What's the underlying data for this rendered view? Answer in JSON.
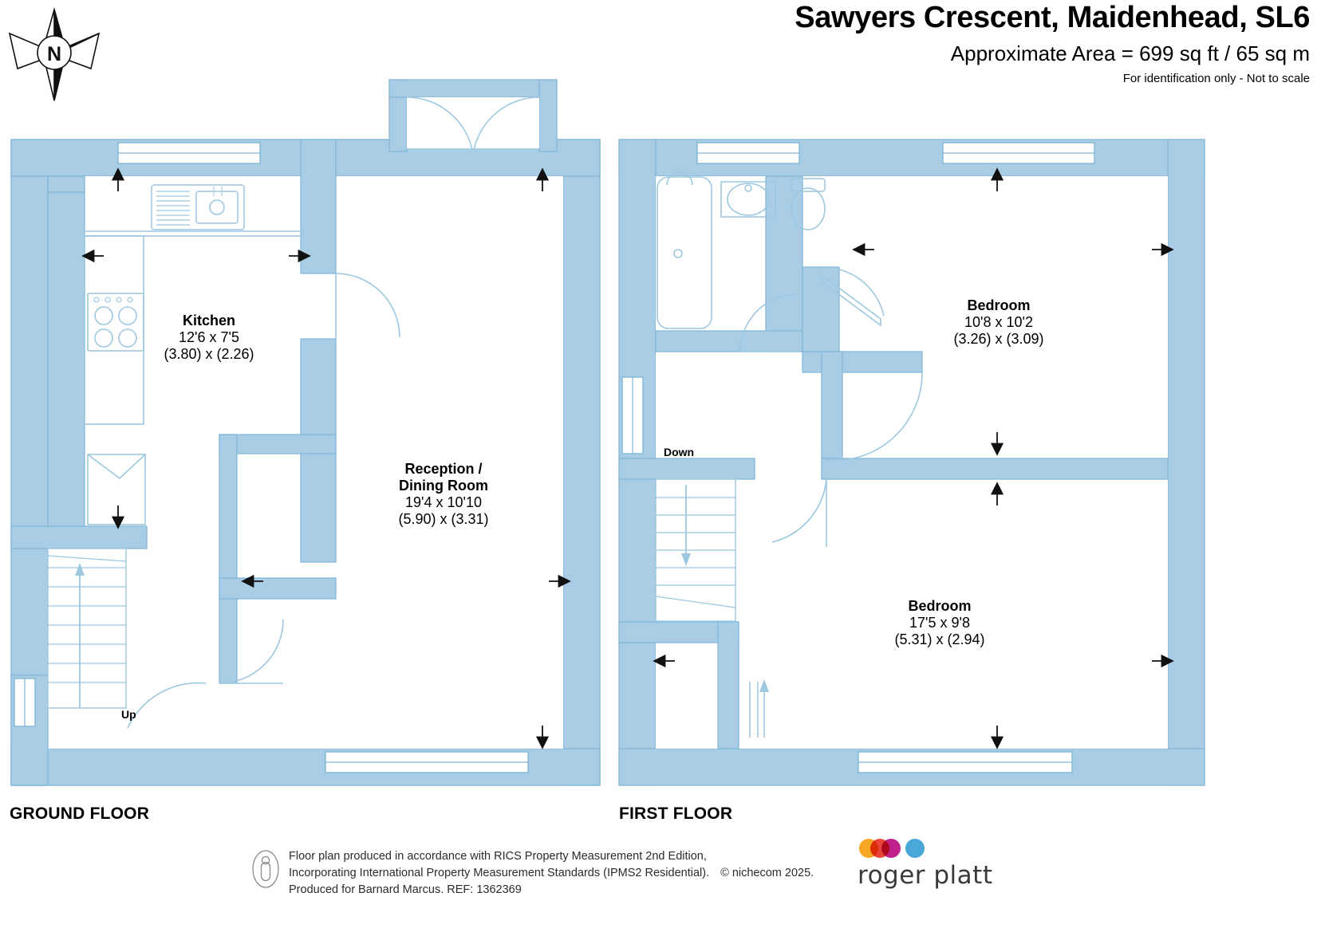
{
  "header": {
    "title": "Sawyers Crescent, Maidenhead, SL6",
    "area": "Approximate Area = 699 sq ft / 65 sq m",
    "disclaimer": "For identification only - Not to scale"
  },
  "compass": {
    "north_label": "N"
  },
  "floors": [
    {
      "id": "ground",
      "caption": "GROUND FLOOR",
      "rooms": [
        {
          "name": "Kitchen",
          "imperial": "12'6 x 7'5",
          "metric": "(3.80) x (2.26)"
        },
        {
          "name": "Reception /\nDining Room",
          "name_line1": "Reception /",
          "name_line2": "Dining Room",
          "imperial": "19'4 x 10'10",
          "metric": "(5.90) x (3.31)"
        }
      ],
      "stair_label": "Up"
    },
    {
      "id": "first",
      "caption": "FIRST FLOOR",
      "rooms": [
        {
          "name": "Bedroom",
          "imperial": "10'8 x 10'2",
          "metric": "(3.26) x (3.09)"
        },
        {
          "name": "Bedroom",
          "imperial": "17'5 x 9'8",
          "metric": "(5.31) x (2.94)"
        }
      ],
      "stair_label": "Down"
    }
  ],
  "footer": {
    "line1": "Floor plan produced in accordance with RICS Property Measurement 2nd Edition,",
    "line2": "Incorporating International Property Measurement Standards (IPMS2 Residential).",
    "copyright": "© nichecom 2025.",
    "line3": "Produced for Barnard Marcus.   REF:  1362369"
  },
  "brand": {
    "name": "roger platt",
    "dot_colors": [
      "#f5a623",
      "#e8443a",
      "#c0208a",
      "#4aa8d8"
    ]
  },
  "colors": {
    "wall_fill": "#a8cde4",
    "wall_stroke": "#7fb6d6",
    "fixture_stroke": "#9cc8e0",
    "text": "#000000"
  }
}
